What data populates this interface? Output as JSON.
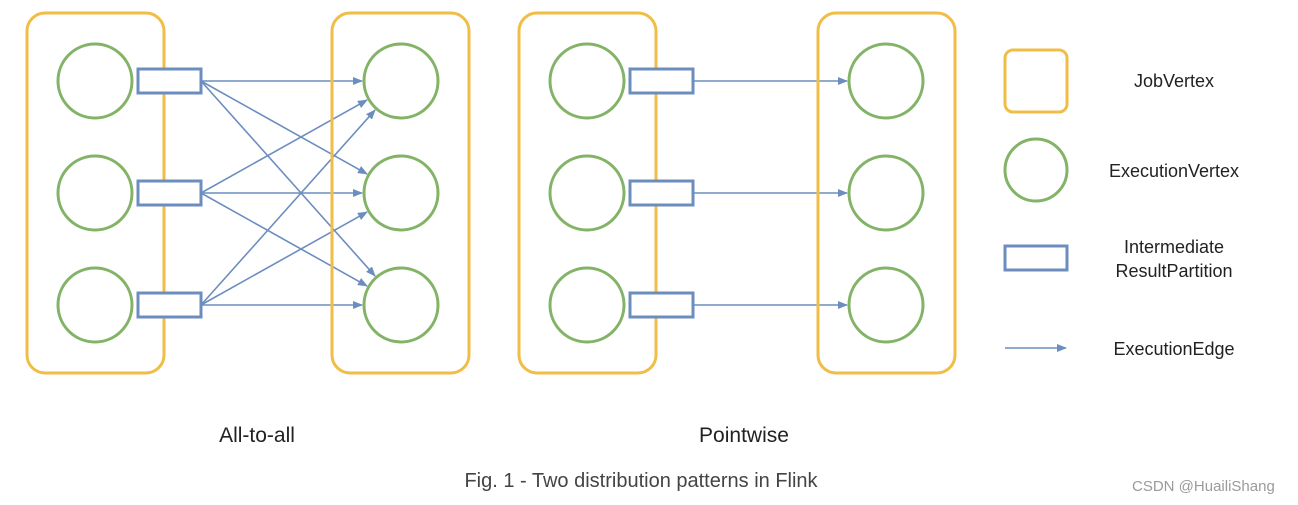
{
  "colors": {
    "job_vertex": "#f0be46",
    "execution_vertex": "#82b366",
    "partition": "#6c8ebf",
    "edge": "#6c8ebf"
  },
  "patterns": [
    {
      "label": "All-to-all",
      "mode": "all-to-all"
    },
    {
      "label": "Pointwise",
      "mode": "pointwise"
    }
  ],
  "legend": {
    "job_vertex": "JobVertex",
    "execution_vertex": "ExecutionVertex",
    "partition_line1": "Intermediate",
    "partition_line2": "ResultPartition",
    "edge": "ExecutionEdge"
  },
  "caption": "Fig. 1 - Two distribution patterns in Flink",
  "watermark": "CSDN @HuailiShang"
}
